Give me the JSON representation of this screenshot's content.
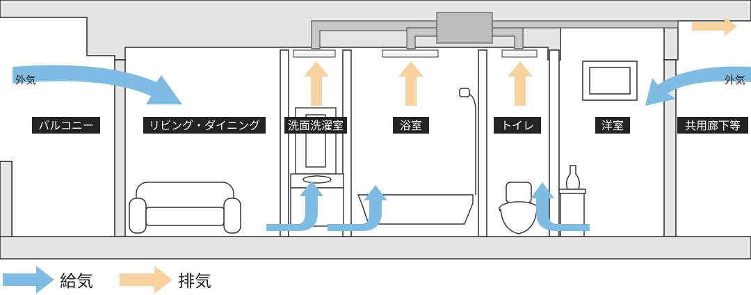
{
  "rooms": {
    "balcony": "バルコニー",
    "living": "リビング・ダイニング",
    "washroom": "洗面洗濯室",
    "bath": "浴室",
    "toilet": "トイレ",
    "bedroom": "洋室",
    "corridor": "共用廊下等"
  },
  "outside_air_left": "外気",
  "outside_air_right": "外気",
  "legend": {
    "supply": "給気",
    "exhaust": "排気"
  },
  "colors": {
    "supply": "#7FBCE3",
    "exhaust": "#F8D3A0",
    "wall": "#E6E6E6",
    "duct": "#C8C8C8",
    "label_bg": "#222222"
  }
}
